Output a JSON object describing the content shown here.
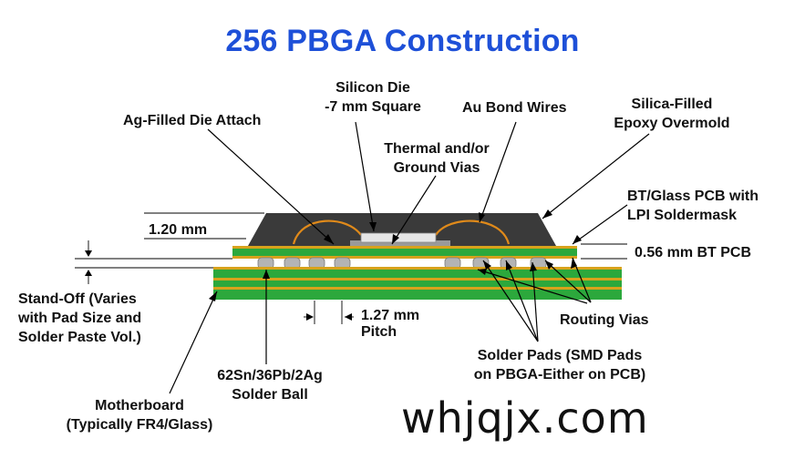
{
  "title": "256 PBGA Construction",
  "labels": {
    "silicon_die_1": "Silicon Die",
    "silicon_die_2": "-7 mm Square",
    "die_attach": "Ag-Filled Die Attach",
    "bond_wires": "Au Bond Wires",
    "overmold_1": "Silica-Filled",
    "overmold_2": "Epoxy Overmold",
    "vias_1": "Thermal and/or",
    "vias_2": "Ground Vias",
    "bt_pcb_1": "BT/Glass PCB with",
    "bt_pcb_2": "LPI Soldermask",
    "mold_height": "1.20 mm",
    "bt_thickness": "0.56 mm BT PCB",
    "standoff_1": "Stand-Off (Varies",
    "standoff_2": "with Pad Size and",
    "standoff_3": "Solder Paste Vol.)",
    "pitch_1": "1.27 mm",
    "pitch_2": "Pitch",
    "routing_vias": "Routing Vias",
    "solder_pads_1": "Solder Pads (SMD Pads",
    "solder_pads_2": "on PBGA-Either on PCB)",
    "solder_ball_1": "62Sn/36Pb/2Ag",
    "solder_ball_2": "Solder Ball",
    "motherboard_1": "Motherboard",
    "motherboard_2": "(Typically FR4/Glass)"
  },
  "watermark": "whjqjx.com",
  "colors": {
    "title": "#1e50d8",
    "overmold": "#3a3a3a",
    "substrate": "#2ca83c",
    "copper": "#d8a21c",
    "solder_ball": "#b4b4b4",
    "die": "#e6e6e6",
    "bond_wire": "#e08a1a"
  }
}
